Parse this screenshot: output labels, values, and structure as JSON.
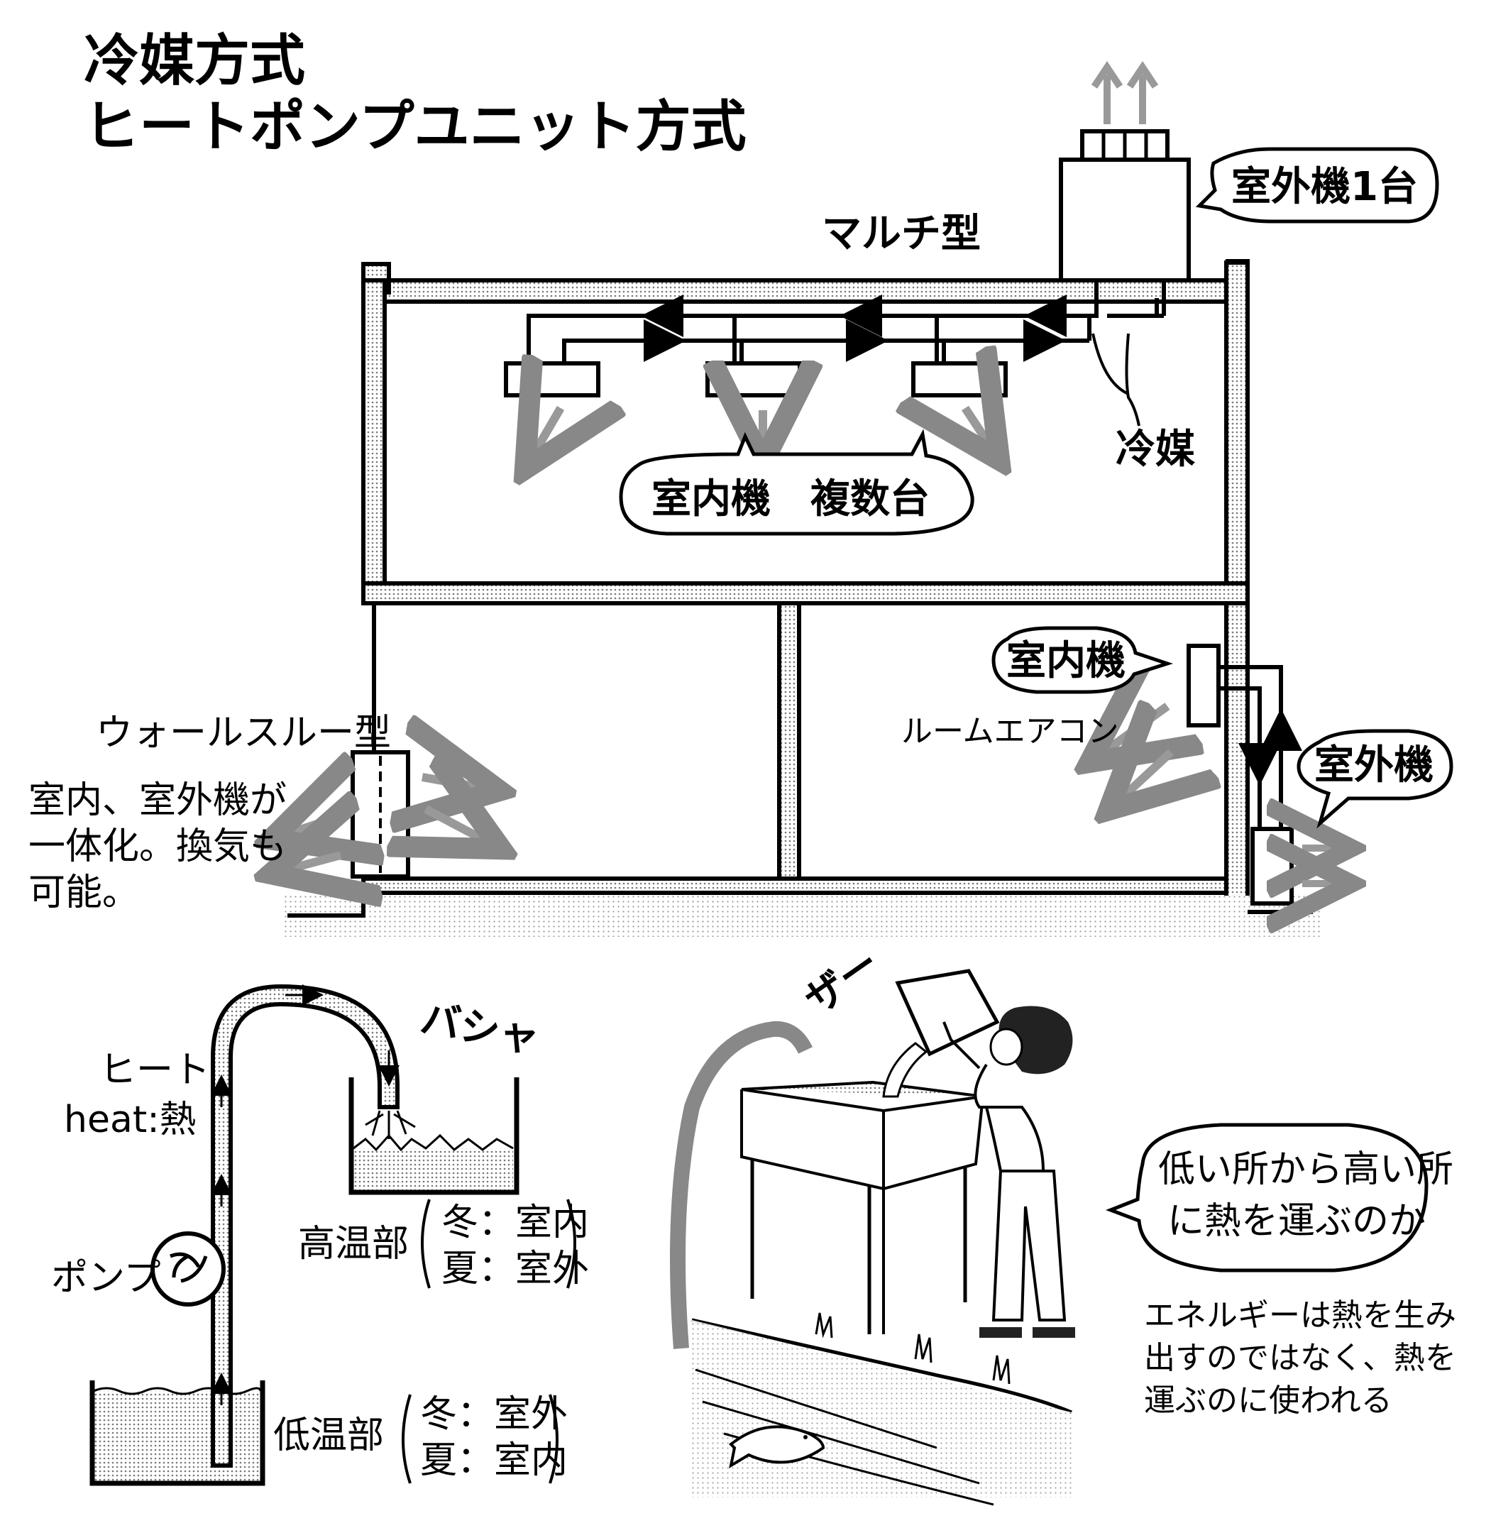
{
  "title": {
    "line1": "冷媒方式",
    "line2": "ヒートポンプユニット方式"
  },
  "house": {
    "multi_type_label": "マルチ型",
    "outdoor_unit_one": "室外機1台",
    "refrigerant": "冷媒",
    "indoor_units_multiple": "室内機　複数台",
    "wall_through_type": "ウォールスルー型",
    "wall_through_note": [
      "室内、室外機が",
      "一体化。換気も",
      "可能。"
    ],
    "indoor_unit": "室内機",
    "room_aircon": "ルームエアコン",
    "outdoor_unit": "室外機"
  },
  "pump_diagram": {
    "heat_jp": "ヒート",
    "heat_en": "heat:熱",
    "pump": "ポンプ",
    "splash": "バシャ",
    "high_temp": "高温部",
    "high_winter": "冬：室内",
    "high_summer": "夏：室外",
    "low_temp": "低温部",
    "low_winter": "冬：室外",
    "low_summer": "夏：室内"
  },
  "illustration": {
    "sfx": "ザー",
    "speech": [
      "低い所から高い所",
      "に熱を運ぶのか"
    ],
    "note": [
      "エネルギーは熱を生み",
      "出すのではなく、熱を",
      "運ぶのに使われる"
    ]
  }
}
